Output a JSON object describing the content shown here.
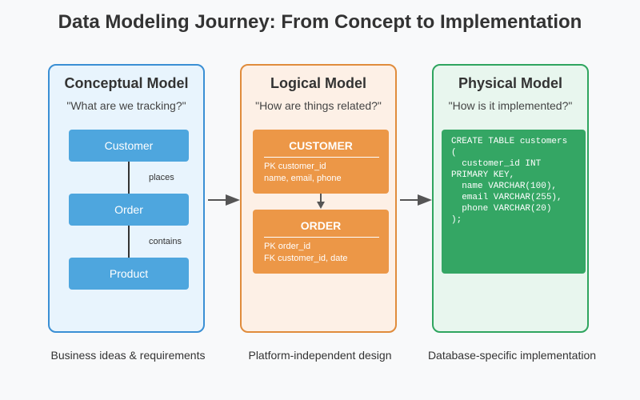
{
  "title": "Data Modeling Journey: From Concept to Implementation",
  "panels": {
    "conceptual": {
      "title": "Conceptual Model",
      "question": "\"What are we tracking?\"",
      "entities": [
        "Customer",
        "Order",
        "Product"
      ],
      "relationships": [
        "places",
        "contains"
      ],
      "caption": "Business ideas & requirements"
    },
    "logical": {
      "title": "Logical Model",
      "question": "\"How are things related?\"",
      "tables": [
        {
          "name": "CUSTOMER",
          "fields": [
            "PK customer_id",
            "name, email, phone"
          ]
        },
        {
          "name": "ORDER",
          "fields": [
            "PK order_id",
            "FK customer_id, date"
          ]
        }
      ],
      "caption": "Platform-independent design"
    },
    "physical": {
      "title": "Physical Model",
      "question": "\"How is it implemented?\"",
      "code": "CREATE TABLE customers (\n  customer_id INT PRIMARY KEY,\n  name VARCHAR(100),\n  email VARCHAR(255),\n  phone VARCHAR(20)\n);",
      "caption": "Database-specific implementation"
    }
  },
  "colors": {
    "conceptual_border": "#3a8fd4",
    "conceptual_fill": "#e8f4fd",
    "entity_fill": "#4ea6de",
    "logical_border": "#e08c3c",
    "logical_fill": "#fdf0e6",
    "table_fill": "#ec9747",
    "physical_border": "#2fa55f",
    "physical_fill": "#e8f6ee",
    "code_fill": "#34a664",
    "arrow": "#555555"
  }
}
